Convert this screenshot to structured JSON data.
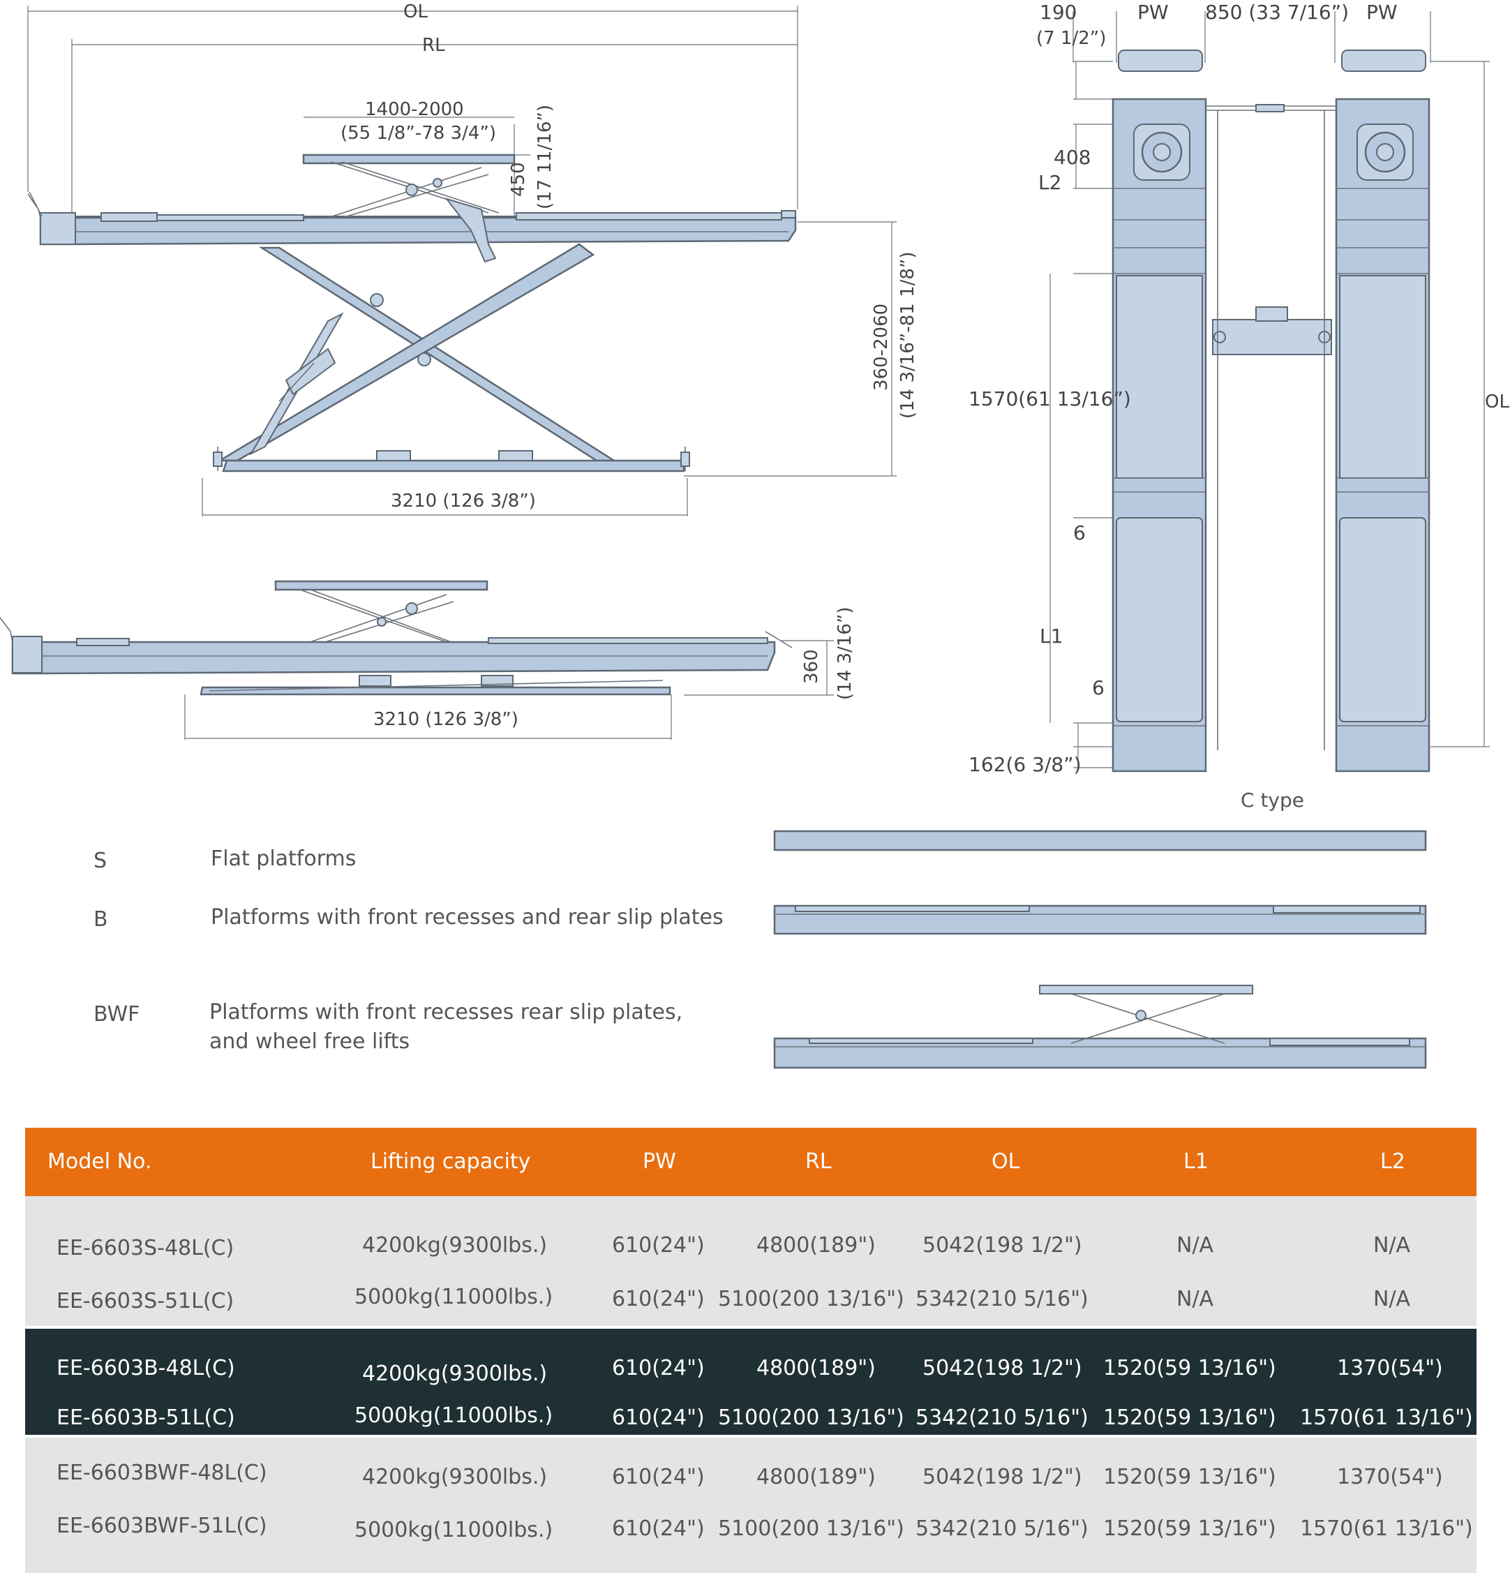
{
  "dims": {
    "ol": "OL",
    "rl": "RL",
    "deck_range": "1400-2000",
    "deck_range_in": "(55 1/8”-78 3/4”)",
    "deck_height": "450",
    "deck_height_in": "(17 11/16”)",
    "lift_range": "360-2060",
    "lift_range_in": "(14 3/16”-81 1/8”)",
    "base_len": "3210 (126 3/8”)",
    "base_len2": "3210 (126 3/8”)",
    "low_height": "360",
    "low_height_in": "(14 3/16”)",
    "w190": "190",
    "w190_in": "(7 1/2”)",
    "pw_left": "PW",
    "gap": "850 (33 7/16”)",
    "pw_right": "PW",
    "d408": "408",
    "l2": "L2",
    "d1570": "1570(61 13/16”)",
    "ol_side": "OL",
    "d6a": "6",
    "l1": "L1",
    "d6b": "6",
    "d162": "162(6 3/8”)"
  },
  "c_type": "C type",
  "variants": [
    {
      "code": "S",
      "description": [
        "Flat platforms"
      ]
    },
    {
      "code": "B",
      "description": [
        "Platforms with front recesses and rear slip plates"
      ]
    },
    {
      "code": "BWF",
      "description": [
        "Platforms with front recesses rear slip plates,",
        "and wheel free lifts"
      ]
    }
  ],
  "table": {
    "headers": [
      "Model No.",
      "Lifting capacity",
      "PW",
      "RL",
      "OL",
      "L1",
      "L2"
    ],
    "rows": [
      [
        "EE-6603S-48L(C)",
        "4200kg(9300lbs.)",
        "610(24\")",
        "4800(189\")",
        "5042(198 1/2\")",
        "N/A",
        "N/A"
      ],
      [
        "EE-6603S-51L(C)",
        "5000kg(11000lbs.)",
        "610(24\")",
        "5100(200 13/16\")",
        "5342(210 5/16\")",
        "N/A",
        "N/A"
      ],
      [
        "EE-6603B-48L(C)",
        "4200kg(9300lbs.)",
        "610(24\")",
        "4800(189\")",
        "5042(198 1/2\")",
        "1520(59 13/16\")",
        "1370(54\")"
      ],
      [
        "EE-6603B-51L(C)",
        "5000kg(11000lbs.)",
        "610(24\")",
        "5100(200 13/16\")",
        "5342(210 5/16\")",
        "1520(59 13/16\")",
        "1570(61 13/16\")"
      ],
      [
        "EE-6603BWF-48L(C)",
        "4200kg(9300lbs.)",
        "610(24\")",
        "4800(189\")",
        "5042(198 1/2\")",
        "1520(59 13/16\")",
        "1370(54\")"
      ],
      [
        "EE-6603BWF-51L(C)",
        "5000kg(11000lbs.)",
        "610(24\")",
        "5100(200 13/16\")",
        "5342(210 5/16\")",
        "1520(59 13/16\")",
        "1570(61 13/16\")"
      ]
    ]
  },
  "colors": {
    "header_bg": "#e86e0f",
    "light_band": "#e2e4e6",
    "dark_band": "#1f3034",
    "platform_fill": "#b7c9de"
  }
}
